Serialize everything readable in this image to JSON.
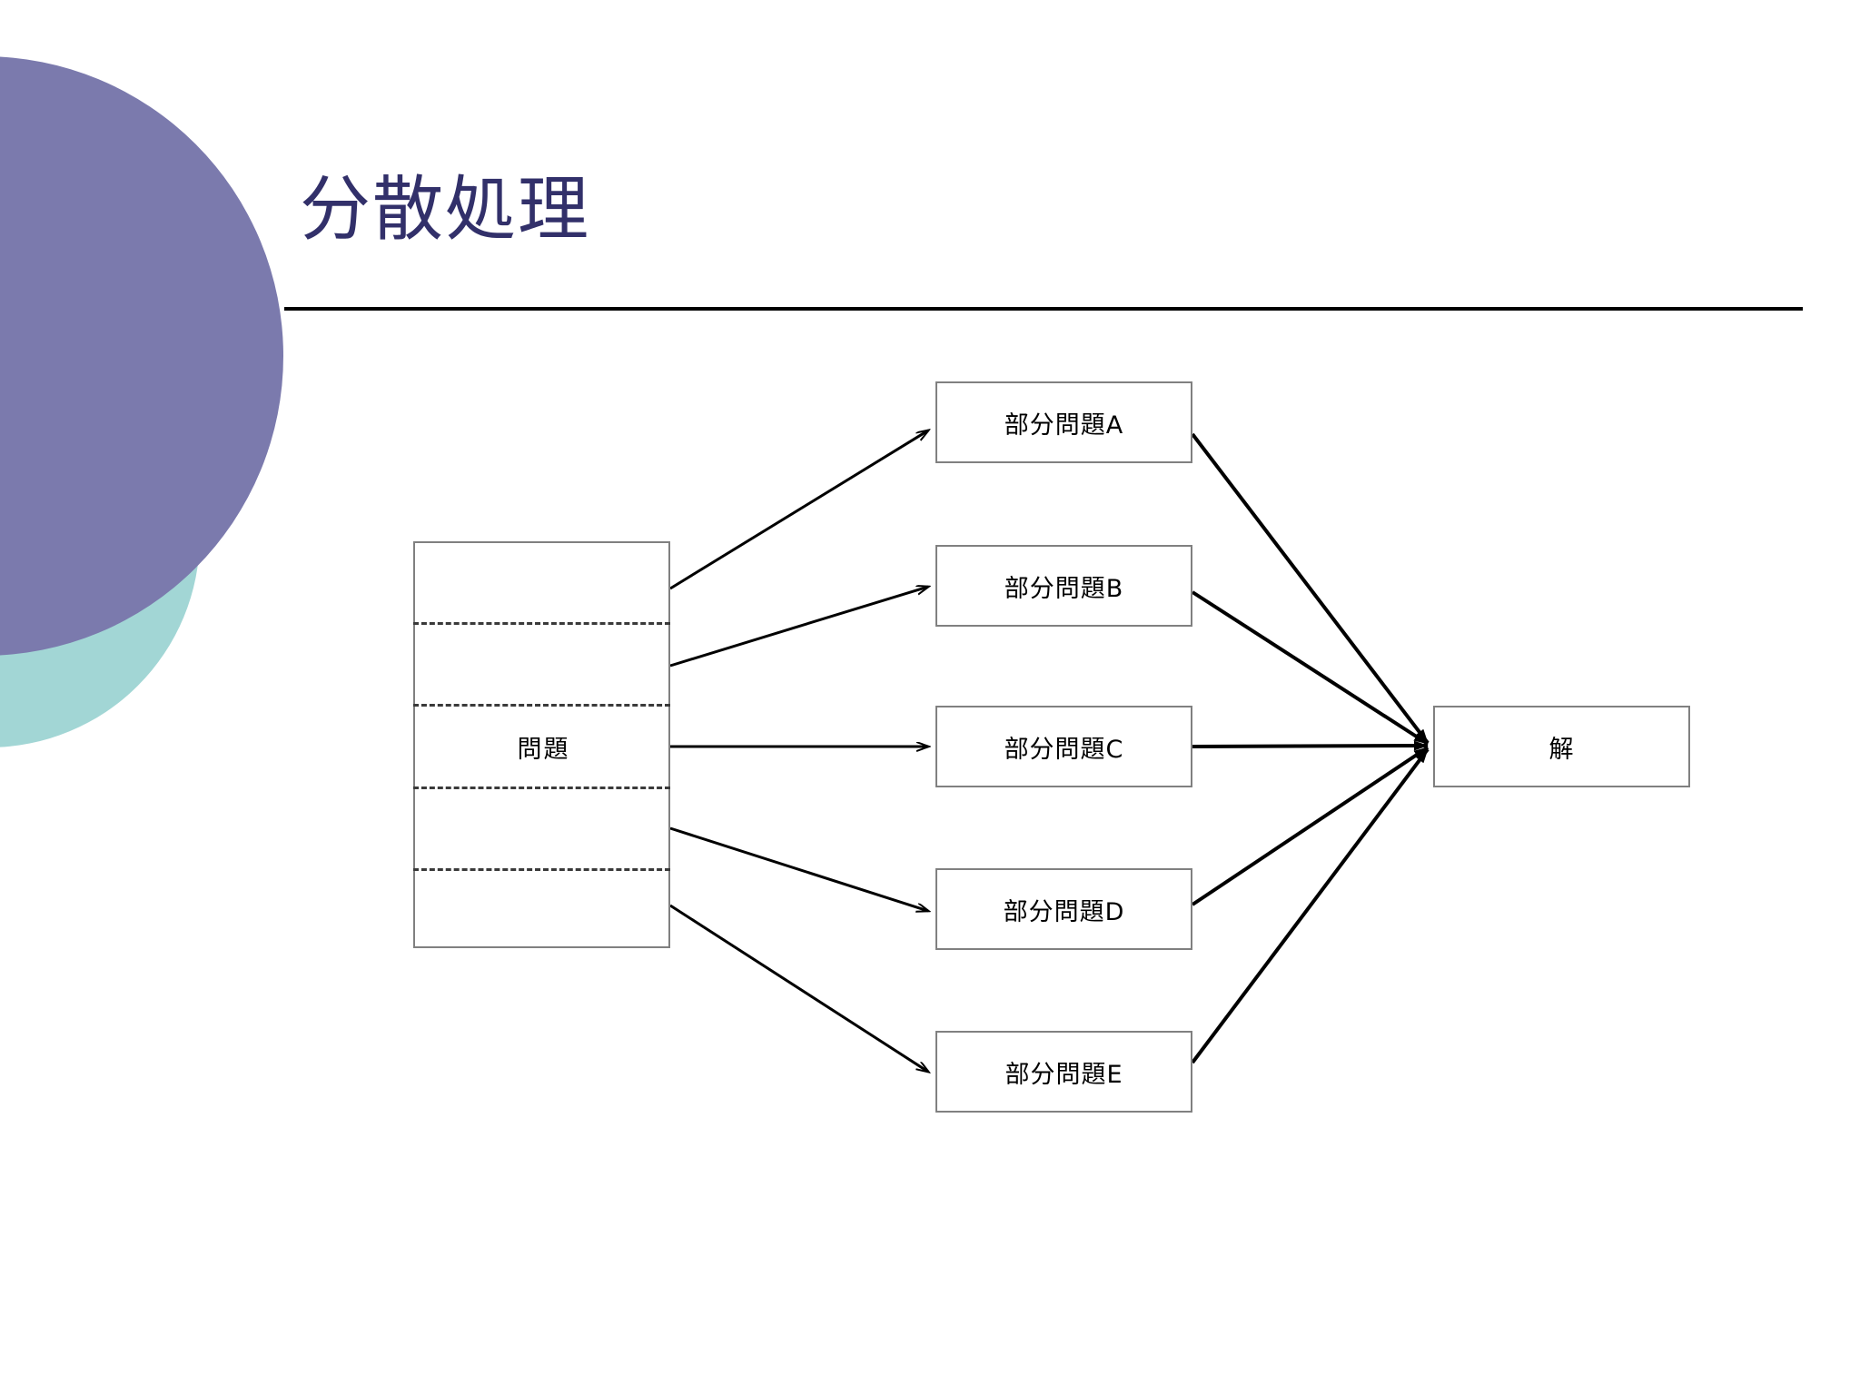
{
  "slide": {
    "title": "分散処理",
    "background_color": "#ffffff",
    "title_color": "#32306a",
    "rule_color": "#000000"
  },
  "decor": {
    "purple_circle_color": "#7b7aad",
    "teal_circle_color": "#a2d6d5",
    "purple_name": "purple-circle",
    "teal_name": "teal-circle"
  },
  "diagram": {
    "type": "flow",
    "source": {
      "id": "problem",
      "label": "問題",
      "segments": 5
    },
    "subproblems": [
      {
        "id": "sub-a",
        "label": "部分問題A"
      },
      {
        "id": "sub-b",
        "label": "部分問題B"
      },
      {
        "id": "sub-c",
        "label": "部分問題C"
      },
      {
        "id": "sub-d",
        "label": "部分問題D"
      },
      {
        "id": "sub-e",
        "label": "部分問題E"
      }
    ],
    "sink": {
      "id": "solution",
      "label": "解"
    },
    "edge_color": "#000000",
    "box_border_color": "#808080",
    "divider_style": "dashed"
  }
}
